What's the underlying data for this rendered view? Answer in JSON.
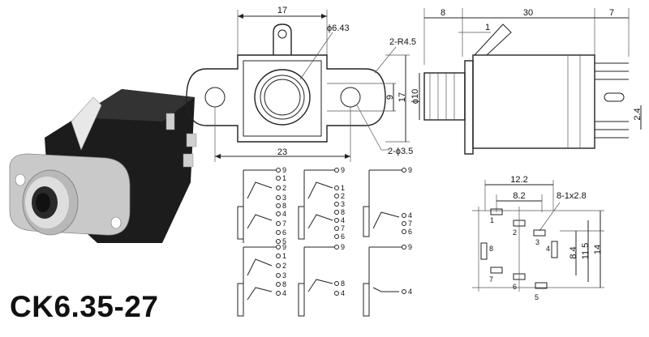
{
  "model": "CK6.35-27",
  "front_view": {
    "width_top": "17",
    "diameter": "ϕ6.43",
    "radius": "2-R4.5",
    "height_inner": "9",
    "height_outer": "17",
    "width_bottom": "23",
    "hole": "2-ϕ3.5"
  },
  "side_view": {
    "front_len": "8",
    "body_len": "30",
    "pin_len": "7",
    "small": "1",
    "barrel_dia": "ϕ10",
    "pin_pitch": "2.4"
  },
  "pcb_layout": {
    "width_outer": "12.2",
    "width_inner": "8.2",
    "pad_note": "8-1x2.8",
    "h1": "8.4",
    "h2": "11.5",
    "h3": "14",
    "pads": [
      "1",
      "2",
      "3",
      "4",
      "5",
      "6",
      "7",
      "8"
    ]
  },
  "schematics": [
    {
      "pins": [
        "9",
        "1",
        "2",
        "3",
        "8",
        "4",
        "7",
        "6",
        "5"
      ]
    },
    {
      "pins": [
        "9",
        "1",
        "2",
        "3",
        "8",
        "4",
        "7",
        "6"
      ]
    },
    {
      "pins": [
        "9",
        "4",
        "7",
        "6"
      ]
    },
    {
      "pins": [
        "9",
        "1",
        "2",
        "3",
        "8",
        "4"
      ]
    },
    {
      "pins": [
        "9",
        "8",
        "4"
      ]
    },
    {
      "pins": [
        "9",
        "4"
      ]
    }
  ]
}
